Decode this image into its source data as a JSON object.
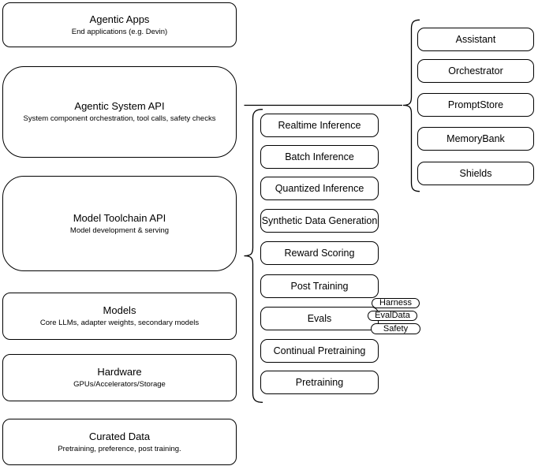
{
  "diagram": {
    "colors": {
      "stroke": "#000000",
      "fill": "#ffffff",
      "text": "#000000"
    },
    "stack": [
      {
        "title": "Agentic Apps",
        "subtitle": "End applications (e.g. Devin)"
      },
      {
        "title": "Agentic System API",
        "subtitle": "System component orchestration, tool calls, safety checks"
      },
      {
        "title": "Model Toolchain API",
        "subtitle": "Model development & serving"
      },
      {
        "title": "Models",
        "subtitle": "Core LLMs, adapter weights, secondary models"
      },
      {
        "title": "Hardware",
        "subtitle": "GPUs/Accelerators/Storage"
      },
      {
        "title": "Curated Data",
        "subtitle": "Pretraining, preference, post training."
      }
    ],
    "toolchain": {
      "items": [
        "Realtime Inference",
        "Batch Inference",
        "Quantized Inference",
        "Synthetic Data Generation",
        "Reward Scoring",
        "Post Training",
        "Evals",
        "Continual Pretraining",
        "Pretraining"
      ],
      "evals_tags": [
        "Harness",
        "EvalData",
        "Safety"
      ]
    },
    "system_components": [
      "Assistant",
      "Orchestrator",
      "PromptStore",
      "MemoryBank",
      "Shields"
    ]
  }
}
